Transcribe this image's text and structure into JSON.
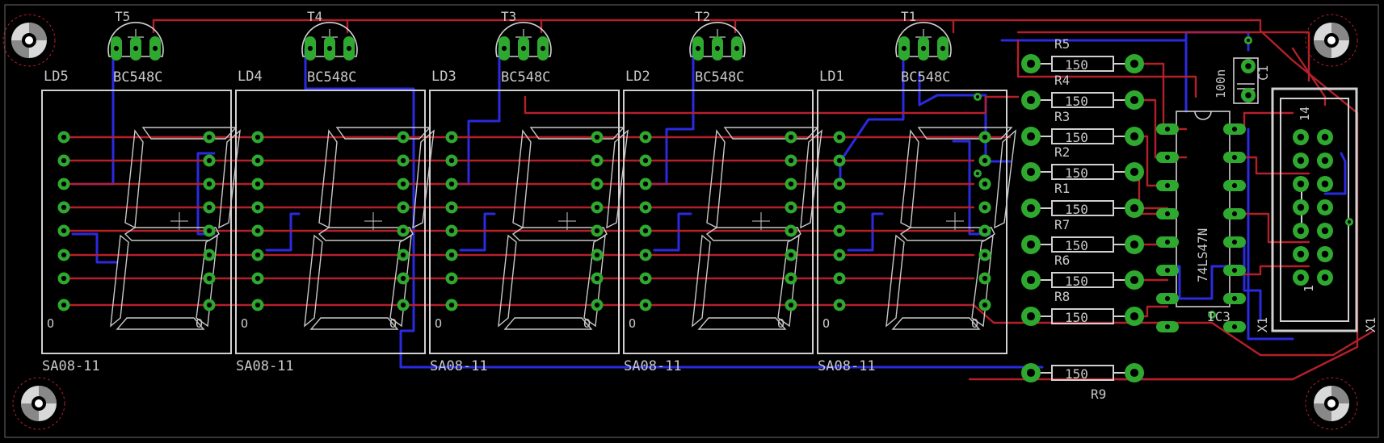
{
  "colors": {
    "background": "#000000",
    "top_copper": "#b4202a",
    "bottom_copper": "#2a2ae0",
    "silkscreen": "#c8c8c8",
    "pad": "#2ea82e",
    "drill": "#000000",
    "outline": "#d0d0d0"
  },
  "transistors": [
    {
      "ref": "T5",
      "value": "BC548C"
    },
    {
      "ref": "T4",
      "value": "BC548C"
    },
    {
      "ref": "T3",
      "value": "BC548C"
    },
    {
      "ref": "T2",
      "value": "BC548C"
    },
    {
      "ref": "T1",
      "value": "BC548C"
    }
  ],
  "displays": [
    {
      "ref": "LD5",
      "value": "SA08-11",
      "mark": "O"
    },
    {
      "ref": "LD4",
      "value": "SA08-11",
      "mark": "O"
    },
    {
      "ref": "LD3",
      "value": "SA08-11",
      "mark": "O"
    },
    {
      "ref": "LD2",
      "value": "SA08-11",
      "mark": "O"
    },
    {
      "ref": "LD1",
      "value": "SA08-11",
      "mark": "O"
    }
  ],
  "resistors": [
    {
      "ref": "R5",
      "value": "150"
    },
    {
      "ref": "R4",
      "value": "150"
    },
    {
      "ref": "R3",
      "value": "150"
    },
    {
      "ref": "R2",
      "value": "150"
    },
    {
      "ref": "R1",
      "value": "150"
    },
    {
      "ref": "R7",
      "value": "150"
    },
    {
      "ref": "R6",
      "value": "150"
    },
    {
      "ref": "R8",
      "value": "150"
    }
  ],
  "r9": {
    "ref": "R9",
    "value": "150"
  },
  "ic": {
    "ref": "IC3",
    "value": "74LS47N"
  },
  "capacitor": {
    "ref": "C1",
    "value": "100n"
  },
  "connector": {
    "ref": "X1",
    "ref2": "X1",
    "pin_high": "14",
    "pin_low": "1"
  }
}
